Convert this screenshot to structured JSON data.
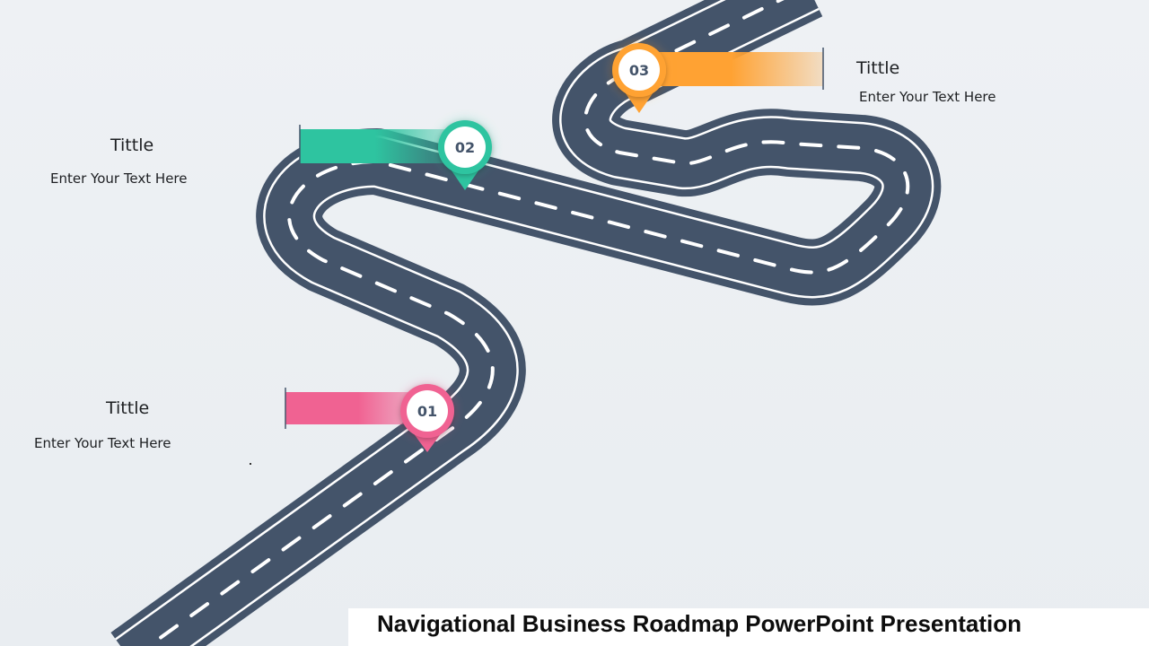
{
  "slide": {
    "footer_title": "Navigational Business Roadmap PowerPoint Presentation"
  },
  "colors": {
    "road": "#44546a",
    "road_line": "#ffffff",
    "pink": "#f06292",
    "teal": "#2ec4a0",
    "orange": "#ffa233"
  },
  "steps": [
    {
      "number": "01",
      "title": "Tittle",
      "text": "Enter Your Text Here",
      "color": "#f06292"
    },
    {
      "number": "02",
      "title": "Tittle",
      "text": "Enter Your Text Here",
      "color": "#2ec4a0"
    },
    {
      "number": "03",
      "title": "Tittle",
      "text": "Enter Your Text Here",
      "color": "#ffa233"
    }
  ]
}
